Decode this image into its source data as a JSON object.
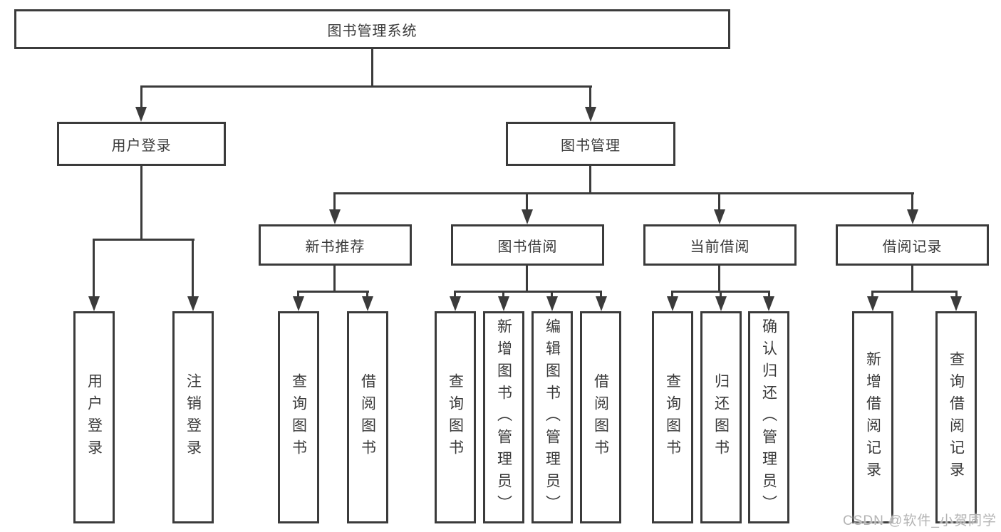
{
  "diagram_title": "图书管理系统",
  "nodes": {
    "root": "图书管理系统",
    "user_login": "用户登录",
    "book_mgmt": "图书管理",
    "new_book": "新书推荐",
    "book_borrow": "图书借阅",
    "current_borrow": "当前借阅",
    "borrow_records": "借阅记录",
    "leaves": [
      "用户登录",
      "注销登录",
      "查询图书",
      "借阅图书",
      "查询图书",
      "新增图书（管理员）",
      "编辑图书（管理员）",
      "借阅图书",
      "查询图书",
      "归还图书",
      "确认归还（管理员）",
      "新增借阅记录",
      "查询借阅记录"
    ]
  },
  "colors": {
    "line": "#3b3b3b",
    "text": "#3a3a3a",
    "background": "#ffffff",
    "watermark": "#b4b4b4"
  },
  "watermark": "CSDN @软件_小贺同学"
}
